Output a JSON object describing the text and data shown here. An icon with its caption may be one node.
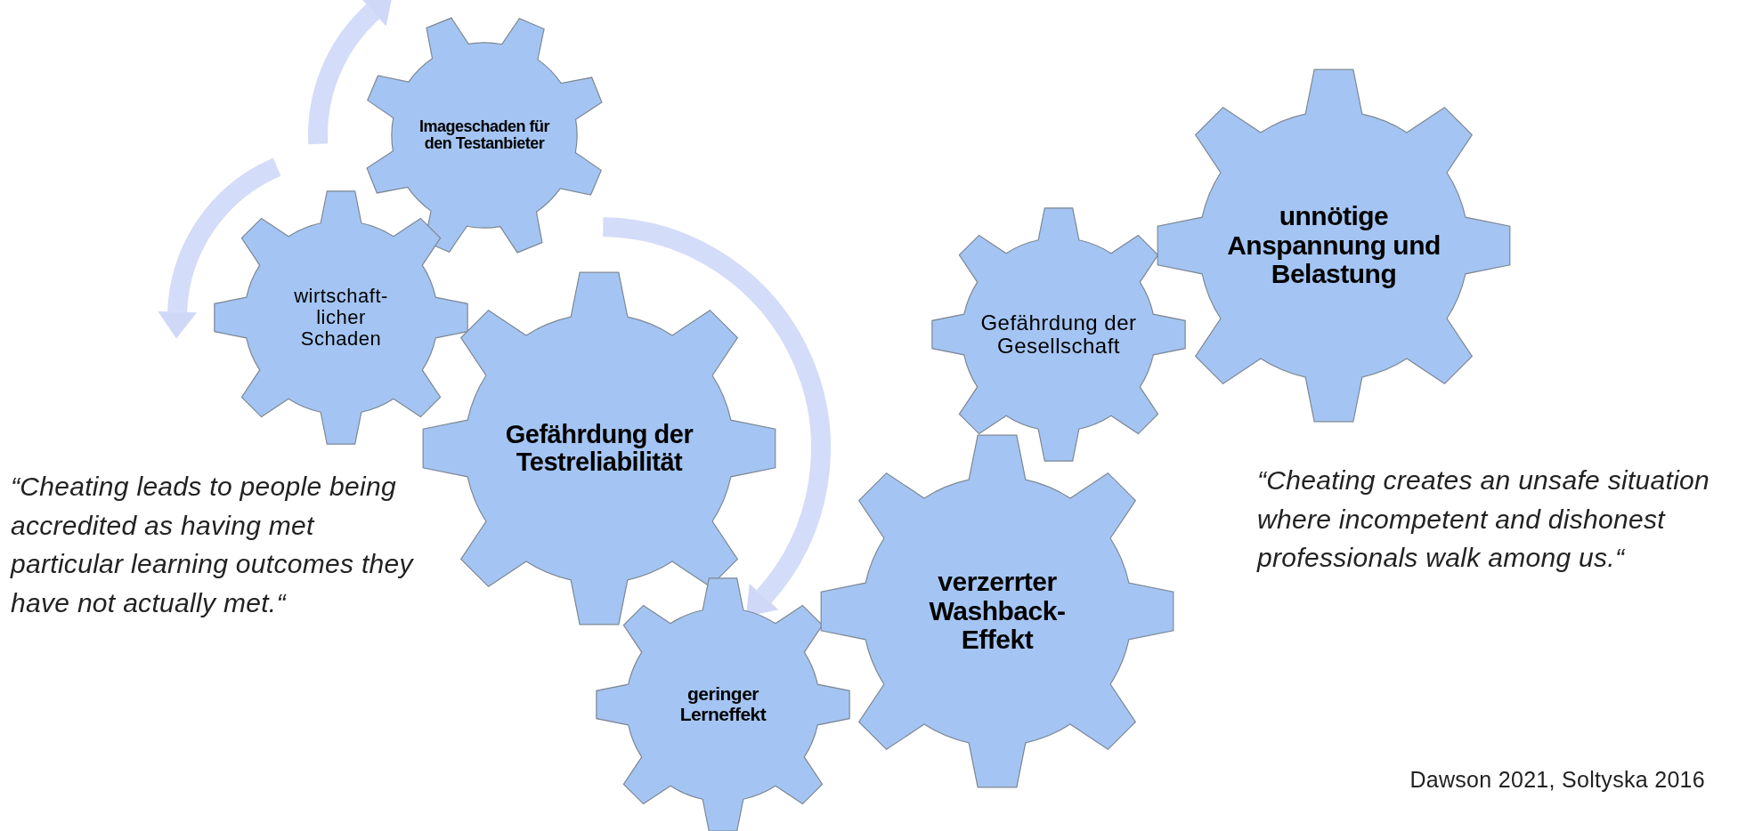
{
  "diagram": {
    "nodes": [
      {
        "text": [
          "Imageschaden für den Testanbieter"
        ]
      },
      {
        "text": [
          "wirtschaft-licher Schaden"
        ]
      },
      {
        "text": [
          "Gefährdung der Testreliabilität"
        ]
      },
      {
        "text": [
          "geringer Lerneffekt"
        ]
      },
      {
        "text": [
          "verzerrter Washback-Effekt"
        ]
      },
      {
        "text": [
          "Gefährdung der Gesellschaft"
        ]
      },
      {
        "text": [
          "unnötige Anspannung und Belastung"
        ]
      }
    ],
    "labels": [
      "“Cheating leads to people being accredited as having met particular learning outcomes they have not actually met.“",
      "“Cheating creates an unsafe situation where incompetent and dishonest professionals walk among us.“",
      "Dawson 2021, Soltyska 2016"
    ]
  }
}
